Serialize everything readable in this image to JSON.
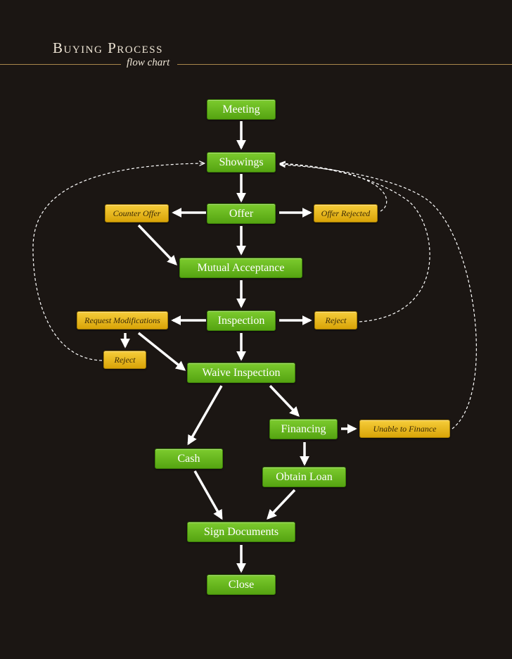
{
  "header": {
    "title": "Buying Process",
    "subtitle": "flow chart"
  },
  "colors": {
    "background": "#1b1613",
    "rule": "#a9864c",
    "primary_step": "#66b51e",
    "alternate_step": "#ebb821",
    "arrow": "#ffffff"
  },
  "nodes": {
    "meeting": "Meeting",
    "showings": "Showings",
    "offer": "Offer",
    "counter_offer": "Counter Offer",
    "offer_rejected": "Offer Rejected",
    "mutual_acceptance": "Mutual Acceptance",
    "inspection": "Inspection",
    "request_modifications": "Request Modifications",
    "reject_inspection": "Reject",
    "reject_modifications": "Reject",
    "waive_inspection": "Waive Inspection",
    "cash": "Cash",
    "financing": "Financing",
    "unable_to_finance": "Unable to Finance",
    "obtain_loan": "Obtain Loan",
    "sign_documents": "Sign Documents",
    "close": "Close"
  },
  "edges": [
    {
      "from": "meeting",
      "to": "showings",
      "style": "solid"
    },
    {
      "from": "showings",
      "to": "offer",
      "style": "solid"
    },
    {
      "from": "offer",
      "to": "counter_offer",
      "style": "solid"
    },
    {
      "from": "offer",
      "to": "offer_rejected",
      "style": "solid"
    },
    {
      "from": "offer",
      "to": "mutual_acceptance",
      "style": "solid"
    },
    {
      "from": "counter_offer",
      "to": "mutual_acceptance",
      "style": "solid"
    },
    {
      "from": "offer_rejected",
      "to": "showings",
      "style": "dashed"
    },
    {
      "from": "mutual_acceptance",
      "to": "inspection",
      "style": "solid"
    },
    {
      "from": "inspection",
      "to": "request_modifications",
      "style": "solid"
    },
    {
      "from": "inspection",
      "to": "reject_inspection",
      "style": "solid"
    },
    {
      "from": "inspection",
      "to": "waive_inspection",
      "style": "solid"
    },
    {
      "from": "reject_inspection",
      "to": "showings",
      "style": "dashed"
    },
    {
      "from": "request_modifications",
      "to": "reject_modifications",
      "style": "solid"
    },
    {
      "from": "request_modifications",
      "to": "waive_inspection",
      "style": "solid"
    },
    {
      "from": "reject_modifications",
      "to": "showings",
      "style": "dashed"
    },
    {
      "from": "waive_inspection",
      "to": "cash",
      "style": "solid"
    },
    {
      "from": "waive_inspection",
      "to": "financing",
      "style": "solid"
    },
    {
      "from": "financing",
      "to": "unable_to_finance",
      "style": "solid"
    },
    {
      "from": "unable_to_finance",
      "to": "showings",
      "style": "dashed"
    },
    {
      "from": "financing",
      "to": "obtain_loan",
      "style": "solid"
    },
    {
      "from": "cash",
      "to": "sign_documents",
      "style": "solid"
    },
    {
      "from": "obtain_loan",
      "to": "sign_documents",
      "style": "solid"
    },
    {
      "from": "sign_documents",
      "to": "close",
      "style": "solid"
    }
  ]
}
